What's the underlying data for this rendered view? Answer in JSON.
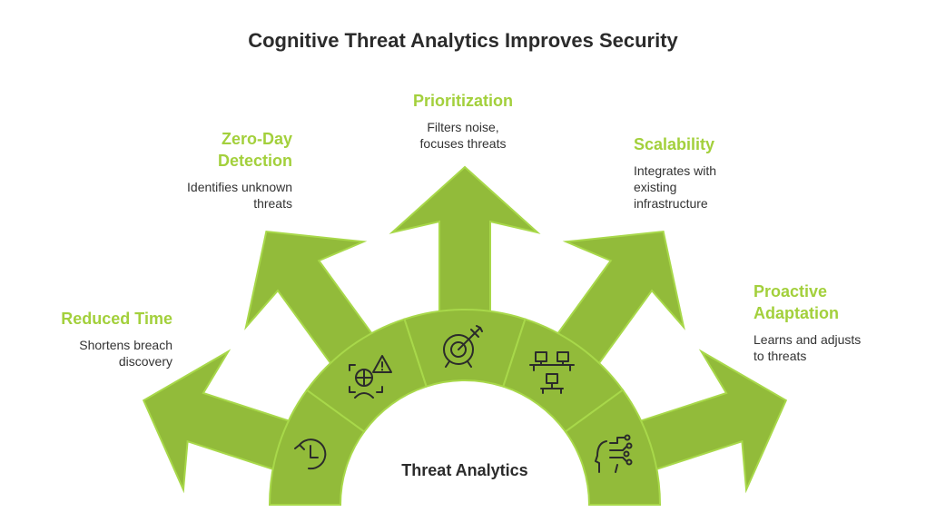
{
  "title": "Cognitive Threat Analytics Improves Security",
  "center_label": "Threat Analytics",
  "colors": {
    "fill": "#92bb3a",
    "stroke": "#a8d84a",
    "heading": "#a3d03c",
    "text": "#333333"
  },
  "items": [
    {
      "heading": "Reduced Time",
      "desc": [
        "Shortens breach",
        "discovery"
      ],
      "icon": "clock-rewind-icon"
    },
    {
      "heading": "Zero-Day Detection",
      "heading_lines": [
        "Zero-Day",
        "Detection"
      ],
      "desc": [
        "Identifies unknown",
        "threats"
      ],
      "icon": "face-scan-warning-icon"
    },
    {
      "heading": "Prioritization",
      "desc": [
        "Filters noise,",
        "focuses threats"
      ],
      "icon": "target-icon"
    },
    {
      "heading": "Scalability",
      "desc": [
        "Integrates with",
        "existing",
        "infrastructure"
      ],
      "icon": "network-computers-icon"
    },
    {
      "heading": "Proactive Adaptation",
      "heading_lines": [
        "Proactive",
        "Adaptation"
      ],
      "desc": [
        "Learns and adjusts",
        "to threats"
      ],
      "icon": "ai-head-icon"
    }
  ]
}
